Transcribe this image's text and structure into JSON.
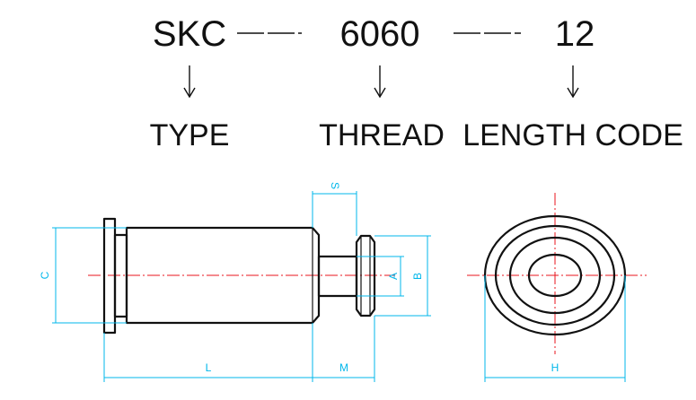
{
  "code": {
    "type": "SKC",
    "thread": "6060",
    "length": "12"
  },
  "labels": {
    "type": "TYPE",
    "thread": "THREAD",
    "length": "LENGTH CODE"
  },
  "dimensions": {
    "s": "S",
    "c": "C",
    "a": "A",
    "b": "B",
    "l": "L",
    "m": "M",
    "h": "H"
  },
  "colors": {
    "ink": "#111111",
    "dimension": "#00b7eb",
    "centerline": "#e8141c"
  }
}
